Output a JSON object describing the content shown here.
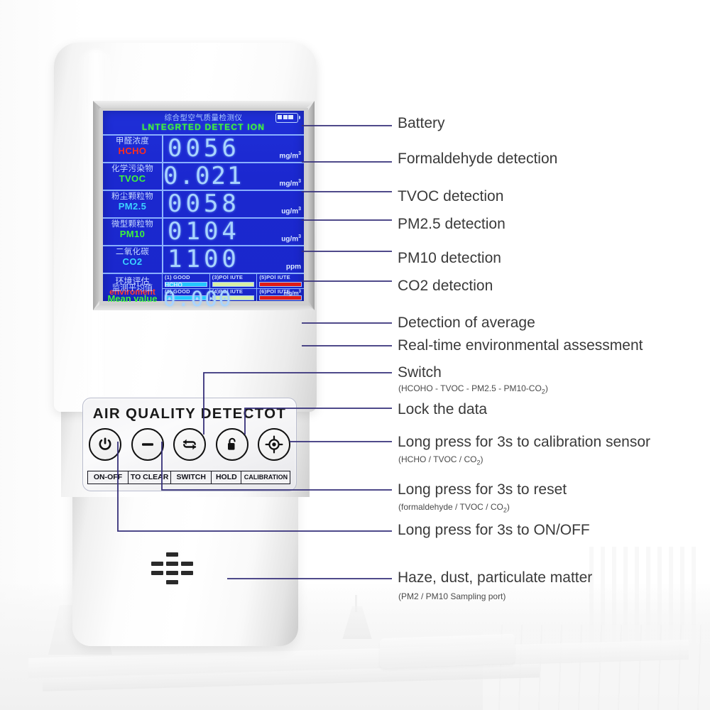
{
  "device": {
    "brand_text": "AIR QUALITY DETECTOT",
    "lcd": {
      "header_cn": "综合型空气质量检测仪",
      "header_en": "LNTEGRTED DETECT ION",
      "battery_icon": "battery-full-icon",
      "battery_bars": 3,
      "rows": [
        {
          "cn": "甲醛浓度",
          "en": "HCHO",
          "en_color": "#ff2d1e",
          "value": "0056",
          "unit": "mg/m",
          "unit_sup": "3"
        },
        {
          "cn": "化学污染物",
          "en": "TVOC",
          "en_color": "#3ef53a",
          "value": "0.021",
          "unit": "mg/m",
          "unit_sup": "3"
        },
        {
          "cn": "粉尘颗粒物",
          "en": "PM2.5",
          "en_color": "#3bd2ff",
          "value": "0058",
          "unit": "ug/m",
          "unit_sup": "3"
        },
        {
          "cn": "微型颗粒物",
          "en": "PM10",
          "en_color": "#3ef53a",
          "value": "0104",
          "unit": "ug/m",
          "unit_sup": "3"
        },
        {
          "cn": "二氧化碳",
          "en": "CO2",
          "en_color": "#3bd2ff",
          "value": "1100",
          "unit": "ppm",
          "unit_sup": ""
        }
      ],
      "mean": {
        "cn": "监测平均值",
        "en": "Mean value",
        "en_color": "#3ef53a",
        "tag": "HCHO",
        "value": "0.000",
        "unit": "mg/m",
        "unit_sup": "3"
      },
      "env": {
        "cn": "环境评估",
        "en": "enviroment",
        "en_color": "#ff3b2e",
        "cells": [
          {
            "label": "(1) GOOD",
            "color": "#24c8ff"
          },
          {
            "label": "(3)POl IUTE",
            "color": "#d8efa6"
          },
          {
            "label": "(5)POl IUTE",
            "color": "#e01b16"
          },
          {
            "label": "(2) GOOD",
            "color": "#24c8ff"
          },
          {
            "label": "(4)POl IUTE",
            "color": "#d8efa6"
          },
          {
            "label": "(6)POl IUTE",
            "color": "#e01b16"
          }
        ]
      }
    },
    "buttons": [
      {
        "icon": "power-icon",
        "cap": "ON-OFF"
      },
      {
        "icon": "minus-icon",
        "cap": "TO CLEAR"
      },
      {
        "icon": "refresh-icon",
        "cap": "SWITCH"
      },
      {
        "icon": "lock-icon",
        "cap": "HOLD"
      },
      {
        "icon": "crosshair-icon",
        "cap": "CALIBRATION"
      }
    ],
    "grille_name": "sampling-port-grille"
  },
  "callouts": [
    {
      "main": "Battery",
      "sub": ""
    },
    {
      "main": "Formaldehyde detection",
      "sub": ""
    },
    {
      "main": "TVOC detection",
      "sub": ""
    },
    {
      "main": "PM2.5 detection",
      "sub": ""
    },
    {
      "main": "PM10 detection",
      "sub": ""
    },
    {
      "main": "CO2 detection",
      "sub": ""
    },
    {
      "main": "Detection of average",
      "sub": ""
    },
    {
      "main": "Real-time environmental assessment",
      "sub": ""
    },
    {
      "main": "Switch",
      "sub": "(HCOHO - TVOC - PM2.5 - PM10-CO2)"
    },
    {
      "main": "Lock the data",
      "sub": ""
    },
    {
      "main": "Long press for 3s to calibration sensor",
      "sub": "(HCHO / TVOC / CO2)"
    },
    {
      "main": "Long press for 3s to reset",
      "sub": "(formaldehyde / TVOC / CO2)"
    },
    {
      "main": "Long press for 3s to ON/OFF",
      "sub": ""
    },
    {
      "main": "Haze, dust, particulate matter",
      "sub": "(PM2 / PM10 Sampling port)"
    }
  ],
  "colors": {
    "leader_line": "#36307a",
    "lcd_bg": "#1b28cf",
    "lcd_text": "#a9d4ff"
  }
}
